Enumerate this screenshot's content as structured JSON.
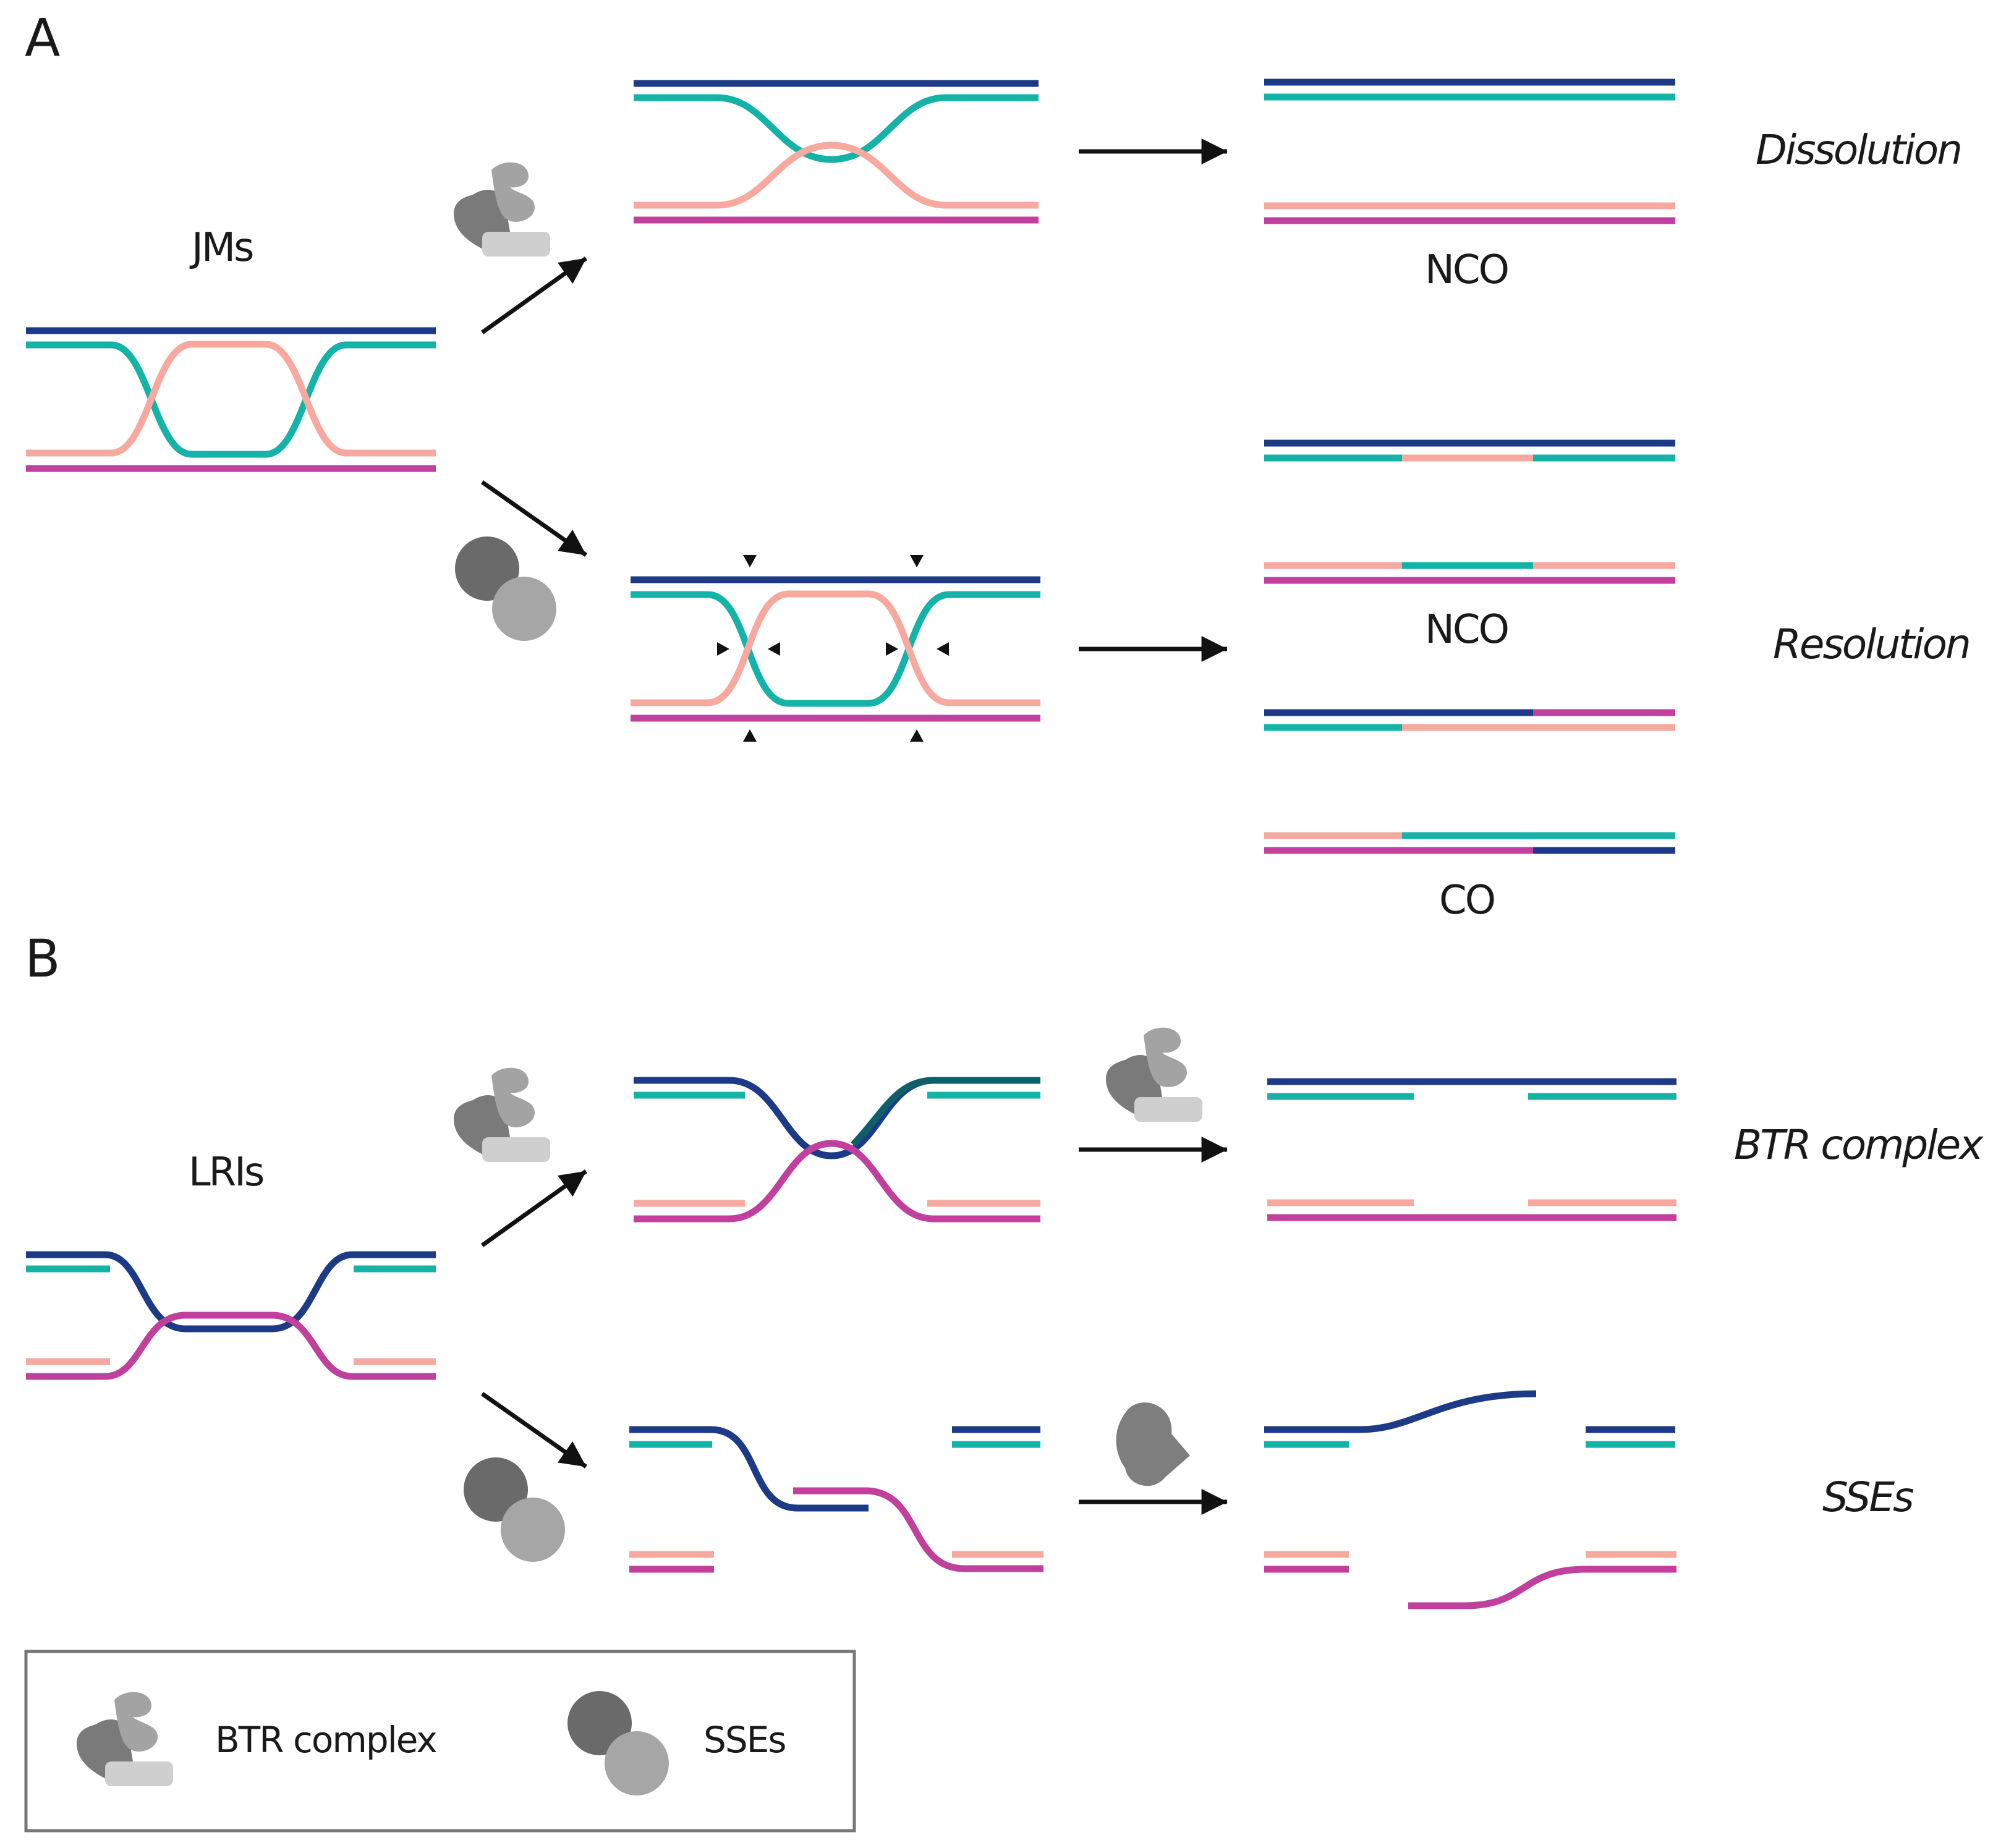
{
  "panels": {
    "a": "A",
    "b": "B"
  },
  "labels": {
    "jms": "JMs",
    "lris": "LRIs",
    "nco_top": "NCO",
    "nco_mid": "NCO",
    "co": "CO",
    "dissolution": "Dissolution",
    "resolution": "Resolution",
    "btr_complex": "BTR complex",
    "sses": "SSEs"
  },
  "legend": {
    "btr": "BTR complex",
    "sse": "SSEs"
  },
  "colors": {
    "navy": "#1d3a86",
    "teal": "#14b3a7",
    "salmon": "#f7a9a0",
    "magenta": "#c2409d",
    "dark_teal": "#0f5f6a",
    "arrow": "#111111",
    "icon_dark": "#6e6e6e",
    "icon_mid": "#8a8a8a",
    "icon_light": "#a9a9a9",
    "icon_pale": "#cfcfcf",
    "legend_border": "#777777"
  }
}
